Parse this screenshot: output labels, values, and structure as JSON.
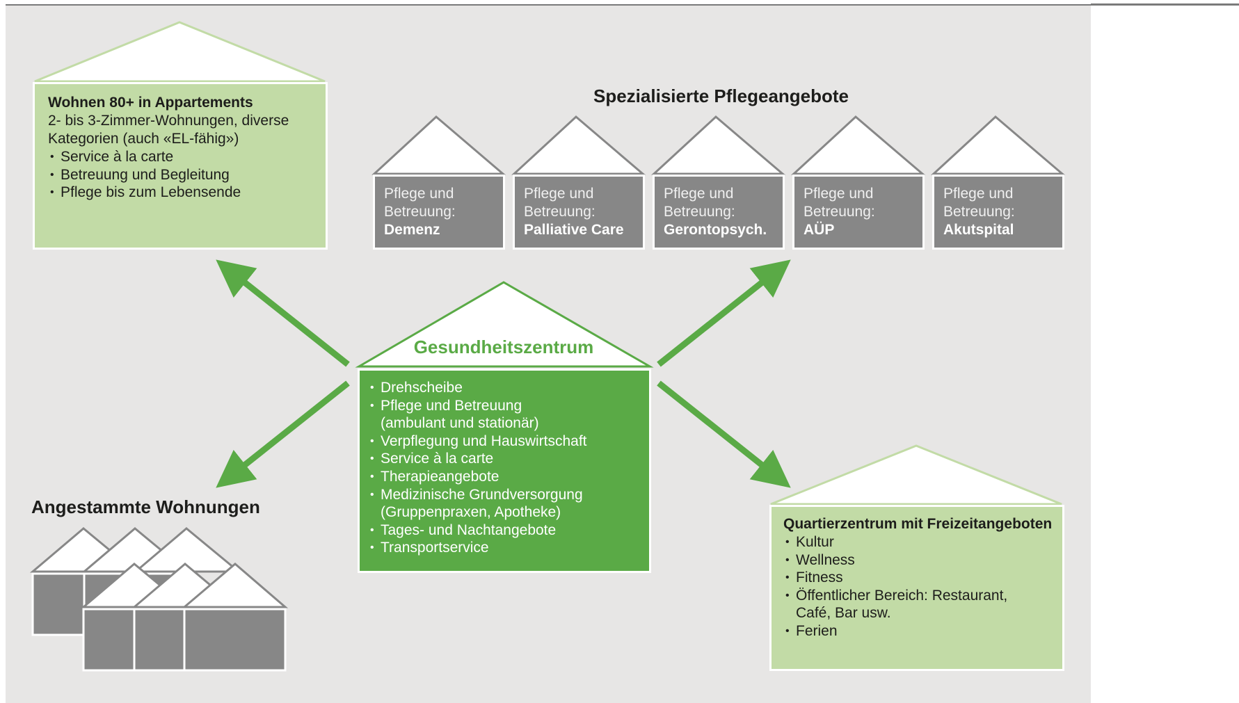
{
  "wohnen80": {
    "title": "Wohnen 80+ in Appartements",
    "line1": "2- bis 3-Zimmer-Wohnungen, diverse",
    "line2": "Kategorien (auch «EL-fähig»)",
    "items": [
      "Service à la carte",
      "Betreuung und Begleitung",
      "Pflege bis zum Lebensende"
    ]
  },
  "spezialisiert": {
    "heading": "Spezialisierte Pflegeangebote",
    "cards": [
      {
        "line1": "Pflege und",
        "line2": "Betreuung:",
        "name": "Demenz"
      },
      {
        "line1": "Pflege und",
        "line2": "Betreuung:",
        "name": "Palliative Care"
      },
      {
        "line1": "Pflege und",
        "line2": "Betreuung:",
        "name": "Gerontopsych."
      },
      {
        "line1": "Pflege und",
        "line2": "Betreuung:",
        "name": "AÜP"
      },
      {
        "line1": "Pflege und",
        "line2": "Betreuung:",
        "name": "Akutspital"
      }
    ]
  },
  "gesundheitszentrum": {
    "title": "Gesundheitszentrum",
    "items": [
      "Drehscheibe",
      "Pflege und Betreuung",
      "(ambulant und stationär)",
      "Verpflegung und Hauswirtschaft",
      "Service à la carte",
      "Therapieangebote",
      "Medizinische Grundversorgung",
      "(Gruppenpraxen, Apotheke)",
      "Tages- und Nachtangebote",
      "Transportservice"
    ]
  },
  "angestammt": {
    "heading": "Angestammte Wohnungen"
  },
  "quartier": {
    "title": "Quartierzentrum mit Freizeitangeboten",
    "items": [
      "Kultur",
      "Wellness",
      "Fitness",
      "Öffentlicher Bereich: Restaurant,",
      "Café, Bar usw.",
      "Ferien"
    ]
  },
  "colors": {
    "light_green": "#c2dba6",
    "green": "#5aaa46",
    "gray": "#878787",
    "background": "#e7e6e5"
  }
}
